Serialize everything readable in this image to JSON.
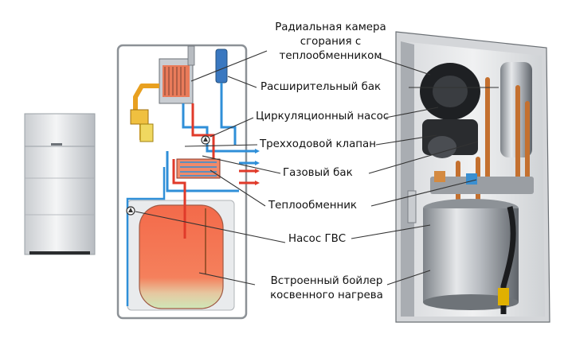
{
  "labels": {
    "radial_chamber": [
      "Радиальная камера",
      "сгорания с",
      "теплообменником"
    ],
    "expansion_tank": "Расширительный бак",
    "circulation_pump": "Циркуляционный насос",
    "three_way_valve": "Трехходовой клапан",
    "gas_tank": "Газовый бак",
    "heat_exchanger": "Теплообменник",
    "dhw_pump": "Насос ГВС",
    "boiler": [
      "Встроенный бойлер",
      "косвенного нагрева"
    ]
  },
  "colors": {
    "hot": "#e03a2a",
    "cold": "#2f8fd8",
    "gas": "#e8a020",
    "tank_top": "#f36a4a",
    "tank_bottom": "#cfe8b8",
    "leader": "#333333"
  }
}
